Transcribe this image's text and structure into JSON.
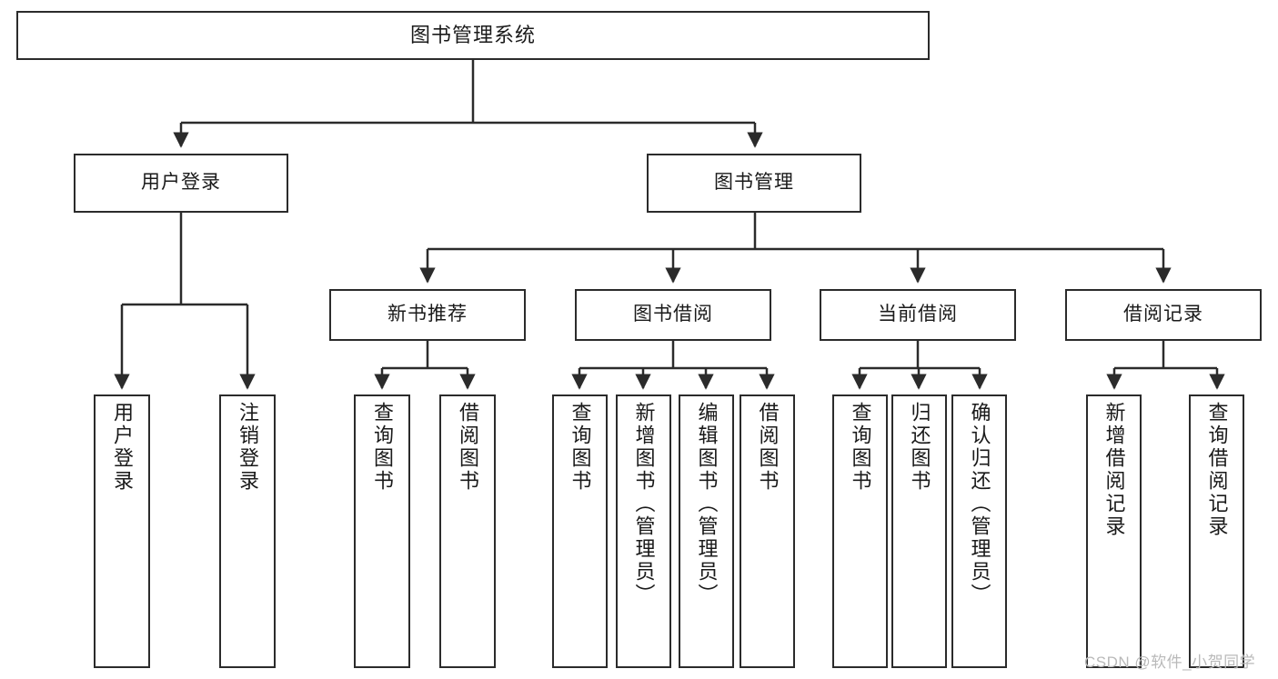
{
  "diagram": {
    "title": "图书管理系统",
    "type": "hierarchy-tree",
    "watermark": "CSDN @软件_小贺同学",
    "colors": {
      "box_border": "#2b2b2b",
      "box_fill": "#ffffff",
      "edge": "#2b2b2b",
      "text": "#1a1a1a",
      "watermark": "#b9b9b9"
    },
    "nodes": {
      "root": {
        "label": "图书管理系统"
      },
      "level2": [
        {
          "label": "用户登录"
        },
        {
          "label": "图书管理"
        }
      ],
      "level3": [
        {
          "label": "新书推荐"
        },
        {
          "label": "图书借阅"
        },
        {
          "label": "当前借阅"
        },
        {
          "label": "借阅记录"
        }
      ],
      "leaves_user_login": [
        {
          "label": "用户登录"
        },
        {
          "label": "注销登录"
        }
      ],
      "leaves_new_book": [
        {
          "label": "查询图书"
        },
        {
          "label": "借阅图书"
        }
      ],
      "leaves_borrow": [
        {
          "label": "查询图书"
        },
        {
          "label": "新增图书（管理员）"
        },
        {
          "label": "编辑图书（管理员）"
        },
        {
          "label": "借阅图书"
        }
      ],
      "leaves_current": [
        {
          "label": "查询图书"
        },
        {
          "label": "归还图书"
        },
        {
          "label": "确认归还（管理员）"
        }
      ],
      "leaves_record": [
        {
          "label": "新增借阅记录"
        },
        {
          "label": "查询借阅记录"
        }
      ]
    }
  }
}
